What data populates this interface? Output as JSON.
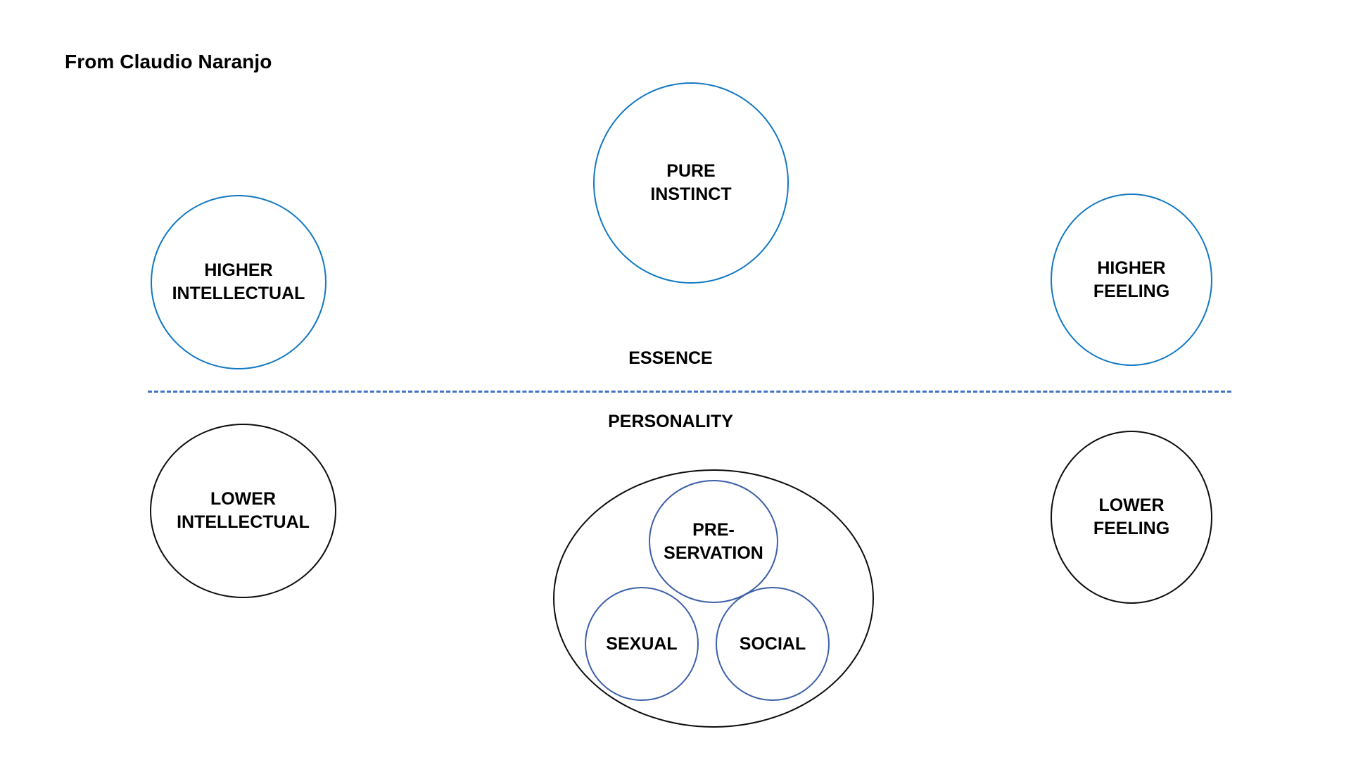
{
  "slide": {
    "title": "From Claudio Naranjo",
    "background_color": "#FFFFFF"
  },
  "colors": {
    "essence_circle_stroke": "#1178C2",
    "personality_circle_stroke": "#0D0D0D",
    "instinct_circle_stroke": "#3C5FA8",
    "divider_dashed": "#4472C4",
    "text": "#000000"
  },
  "bands": {
    "essence_label": "ESSENCE",
    "personality_label": "PERSONALITY",
    "divider": "dashed-blue-line"
  },
  "essence": {
    "nodes": [
      {
        "id": "higher-intellectual",
        "label": "HIGHER\nINTELLECTUAL"
      },
      {
        "id": "pure-instinct",
        "label": "PURE\nINSTINCT"
      },
      {
        "id": "higher-feeling",
        "label": "HIGHER\nFEELING"
      }
    ]
  },
  "personality": {
    "nodes": [
      {
        "id": "lower-intellectual",
        "label": "LOWER\nINTELLECTUAL"
      },
      {
        "id": "lower-feeling",
        "label": "LOWER\nFEELING"
      }
    ],
    "instinct_cluster": {
      "container": "personality-instincts-ellipse",
      "nodes": [
        {
          "id": "preservation",
          "label": "PRE-\nSERVATION"
        },
        {
          "id": "sexual",
          "label": "SEXUAL"
        },
        {
          "id": "social",
          "label": "SOCIAL"
        }
      ]
    }
  }
}
